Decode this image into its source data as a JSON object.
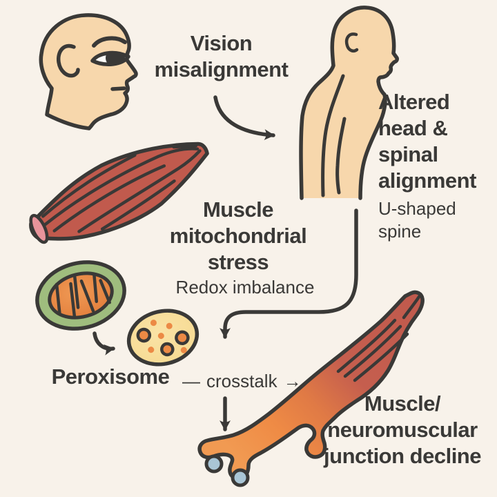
{
  "background_color": "#F8F2EA",
  "ink_color": "#3A3937",
  "labels": {
    "vision": {
      "lines": [
        "Vision",
        "misalignment"
      ]
    },
    "altered": {
      "lines": [
        "Altered",
        "head &",
        "spinal",
        "alignment"
      ],
      "sub_lines": [
        "U-shaped",
        "spine"
      ]
    },
    "mito_stress": {
      "lines": [
        "Muscle",
        "mitochondrial",
        "stress"
      ],
      "sub": "Redox imbalance"
    },
    "peroxisome": {
      "text": "Peroxisome"
    },
    "crosstalk": {
      "dash": "—",
      "word": "crosstalk",
      "arrow_glyph": "→"
    },
    "nmj": {
      "lines": [
        "Muscle/",
        "neuromuscular",
        "junction decline"
      ]
    }
  },
  "icons": {
    "head": "human-head-profile",
    "body": "hunched-torso-profile-u-shaped-spine",
    "muscle": "skeletal-muscle-spindle",
    "mitochondrion": "mitochondrion",
    "peroxisome": "peroxisome-organelle",
    "nmj": "neuromuscular-junction-muscle"
  },
  "colors": {
    "skin": "#F7D7AC",
    "muscle_red": "#C15A4D",
    "muscle_cut_pink": "#E8949B",
    "mitochondrion_green": "#9FBD7E",
    "organelle_orange": "#EC8A45",
    "peroxisome_yellow": "#F8DC97",
    "bouton_blue": "#A9C5D5"
  }
}
